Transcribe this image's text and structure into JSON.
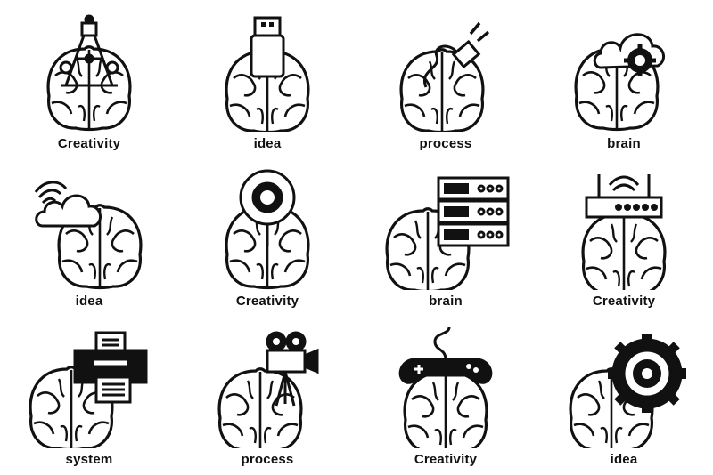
{
  "icons": [
    {
      "label": "Creativity",
      "icon": "compass-icon"
    },
    {
      "label": "idea",
      "icon": "usb-drive-icon"
    },
    {
      "label": "process",
      "icon": "plug-icon"
    },
    {
      "label": "brain",
      "icon": "cloud-gear-icon"
    },
    {
      "label": "idea",
      "icon": "cloud-signal-icon"
    },
    {
      "label": "Creativity",
      "icon": "webcam-icon"
    },
    {
      "label": "brain",
      "icon": "server-rack-icon"
    },
    {
      "label": "Creativity",
      "icon": "router-icon"
    },
    {
      "label": "system",
      "icon": "printer-icon"
    },
    {
      "label": "process",
      "icon": "movie-camera-icon"
    },
    {
      "label": "Creativity",
      "icon": "gamepad-icon"
    },
    {
      "label": "idea",
      "icon": "gear-icon"
    }
  ],
  "colors": {
    "ink": "#111111",
    "background": "#ffffff"
  }
}
